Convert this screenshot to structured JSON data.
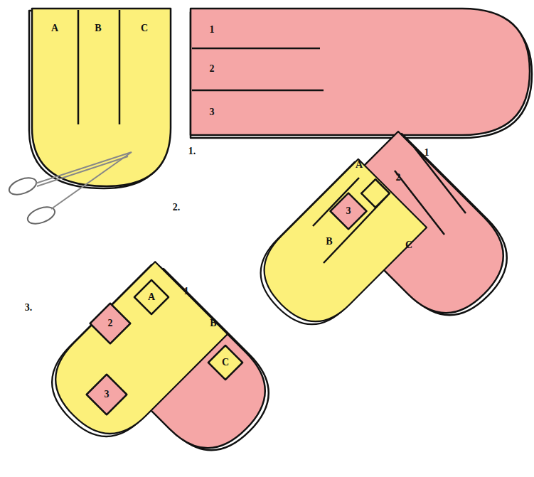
{
  "diagram": {
    "labels": [
      "A",
      "B",
      "C",
      "1",
      "2",
      "3",
      "1.",
      "2.",
      "A",
      "1",
      "2",
      "3",
      "B",
      "C",
      "3.",
      "A",
      "1",
      "2",
      "B",
      "C",
      "3"
    ]
  }
}
